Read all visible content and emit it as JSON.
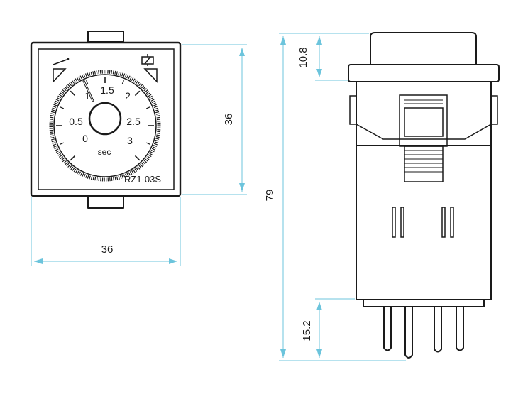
{
  "colors": {
    "line": "#1a1a1a",
    "dimension": "#6cc4dc",
    "background": "#ffffff"
  },
  "front_view": {
    "dial_labels": [
      "0",
      "0.5",
      "1",
      "1.5",
      "2",
      "2.5",
      "3"
    ],
    "unit": "sec",
    "model": "RZ1-03S",
    "icons": [
      "contact-switch-icon",
      "relay-coil-icon"
    ]
  },
  "dimensions": {
    "front_height": "36",
    "front_width": "36",
    "total_height": "79",
    "top_cap_height": "10.8",
    "pin_length": "15.2"
  }
}
